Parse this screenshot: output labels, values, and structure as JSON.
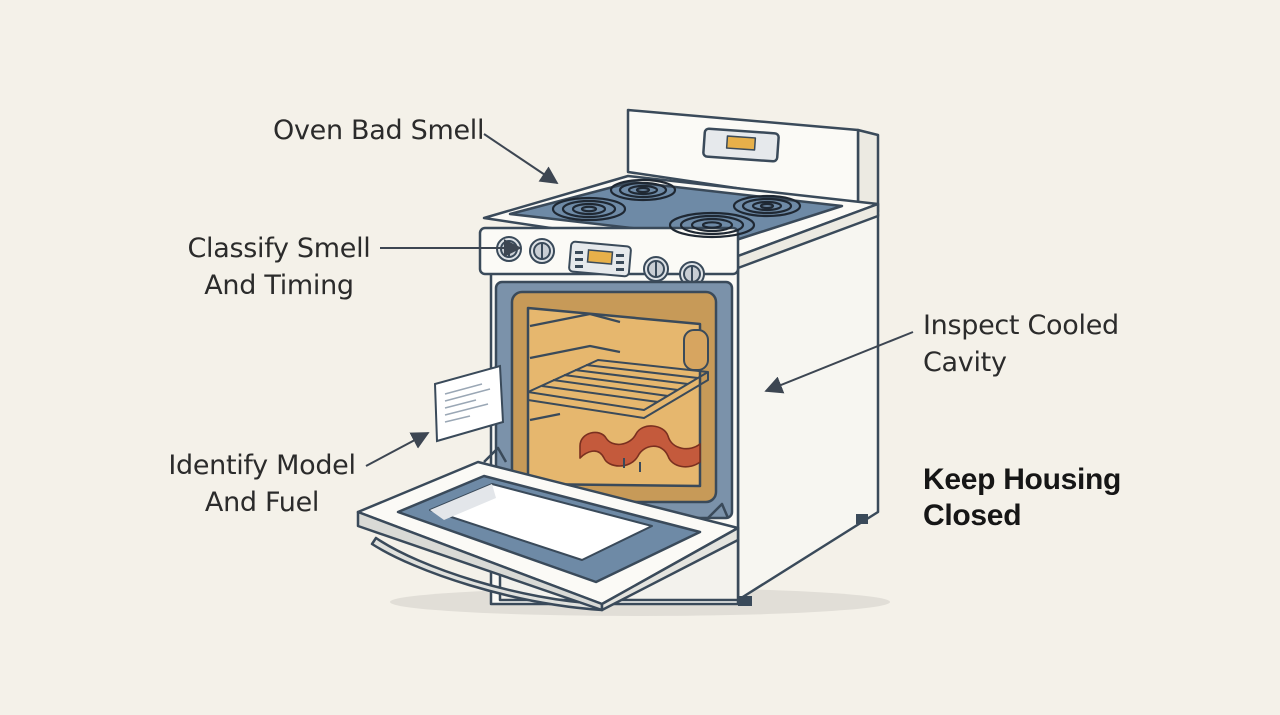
{
  "colors": {
    "background": "#f4f1e9",
    "outline": "#3a4a5a",
    "body": "#fbfaf6",
    "cooktop": "#6e8aa6",
    "cavity": "#e6b76e",
    "element": "#c45a3c",
    "display": "#e7b04a"
  },
  "labels": {
    "oven_bad_smell": "Oven Bad Smell",
    "classify_smell": [
      "Classify Smell",
      "And Timing"
    ],
    "inspect_cavity": [
      "Inspect Cooled",
      "Cavity"
    ],
    "identify_model": [
      "Identify Model",
      "And Fuel"
    ],
    "keep_housing": [
      "Keep Housing",
      "Closed"
    ]
  },
  "icons": {
    "appliance": "electric-range-icon",
    "model_tag": "rating-label-icon"
  }
}
